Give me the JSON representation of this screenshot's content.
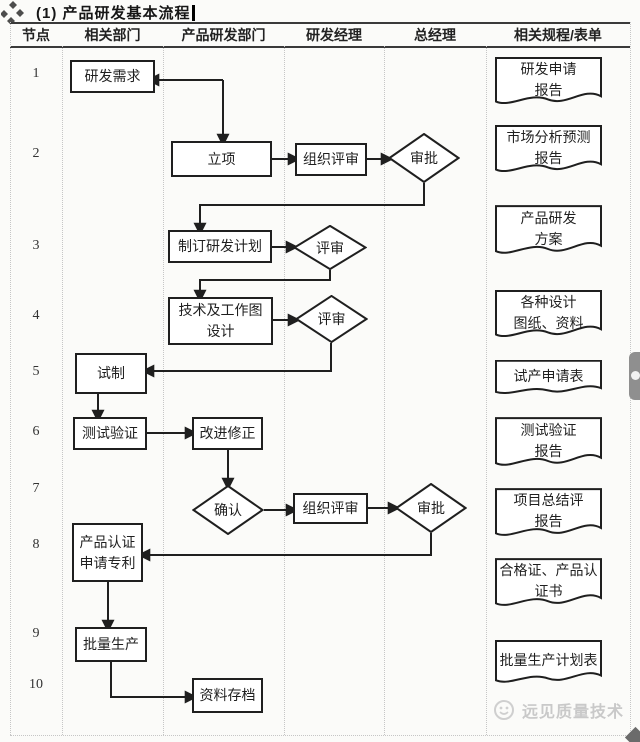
{
  "title": {
    "text": "(1) 产品研发基本流程"
  },
  "header": {
    "columns": [
      "节点",
      "相关部门",
      "产品研发部门",
      "研发经理",
      "总经理",
      "相关规程/表单"
    ]
  },
  "nodes": [
    "1",
    "2",
    "3",
    "4",
    "5",
    "6",
    "7",
    "8",
    "9",
    "10"
  ],
  "flow": {
    "dev_requirement": {
      "label": "研发需求"
    },
    "project_initiation": {
      "label": "立项"
    },
    "organize_review_1": {
      "label": "组织评审"
    },
    "approval_1": {
      "label": "审批"
    },
    "make_plan": {
      "label": "制订研发计划"
    },
    "review_1": {
      "label": "评审"
    },
    "tech_design": {
      "line1": "技术及工作图",
      "line2": "设计"
    },
    "trial_production": {
      "label": "试制"
    },
    "test_verify": {
      "label": "测试验证"
    },
    "improve": {
      "label": "改进修正"
    },
    "confirm": {
      "label": "确认"
    },
    "organize_review_2": {
      "label": "组织评审"
    },
    "approval_2": {
      "label": "审批"
    },
    "product_cert": {
      "line1": "产品认证",
      "line2": "申请专利"
    },
    "mass_production": {
      "label": "批量生产"
    },
    "archive": {
      "label": "资料存档"
    }
  },
  "documents": [
    {
      "line1": "研发申请",
      "line2": "报告"
    },
    {
      "line1": "市场分析预测",
      "line2": "报告"
    },
    {
      "line1": "产品研发",
      "line2": "方案"
    },
    {
      "line1": "各种设计",
      "line2": "图纸、资料"
    },
    {
      "line1": "试产申请表",
      "line2": ""
    },
    {
      "line1": "测试验证",
      "line2": "报告"
    },
    {
      "line1": "项目总结评",
      "line2": "报告"
    },
    {
      "line1": "合格证、产品认",
      "line2": "证书"
    },
    {
      "line1": "批量生产计划表",
      "line2": ""
    }
  ],
  "watermark": {
    "text": "远见质量技术"
  },
  "colors": {
    "line": "#1f1f1f",
    "grid": "#c6c6c6",
    "header_rule": "#3a3a3a",
    "watermark": "#c9c9c9",
    "tab": "#8f8f8f"
  }
}
